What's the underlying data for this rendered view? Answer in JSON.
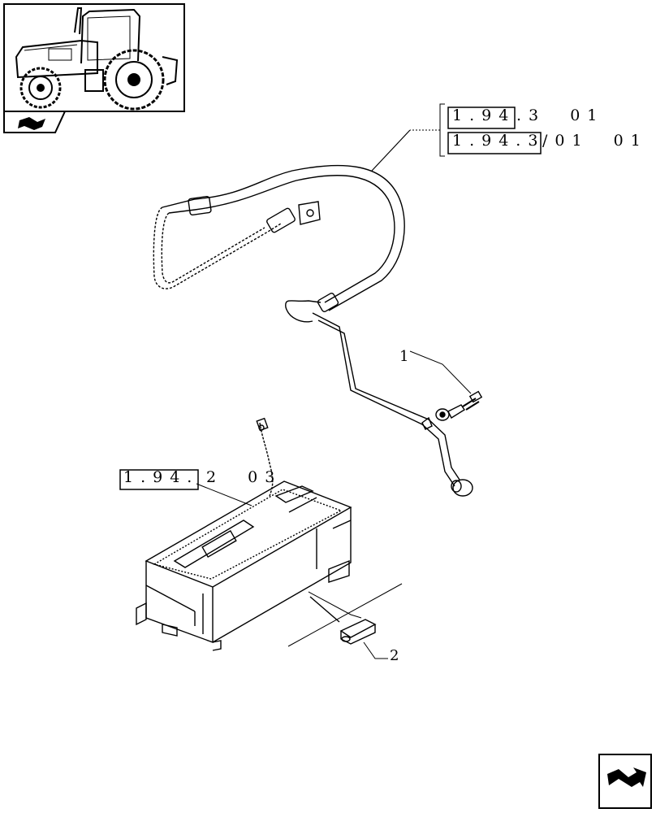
{
  "references": {
    "ref_a_boxed": "1.94",
    "ref_a_rest": ".3  01",
    "ref_b_boxed": "1.94.3",
    "ref_b_rest": "/01  01",
    "ref_c_boxed": "1.94.",
    "ref_c_rest": "2  03"
  },
  "callouts": {
    "item_1": "1",
    "item_2": "2"
  },
  "icons": {
    "thumbnail": "tractor-thumbnail-icon",
    "book_small": "open-book-icon",
    "next_page": "next-page-arrow-icon"
  }
}
